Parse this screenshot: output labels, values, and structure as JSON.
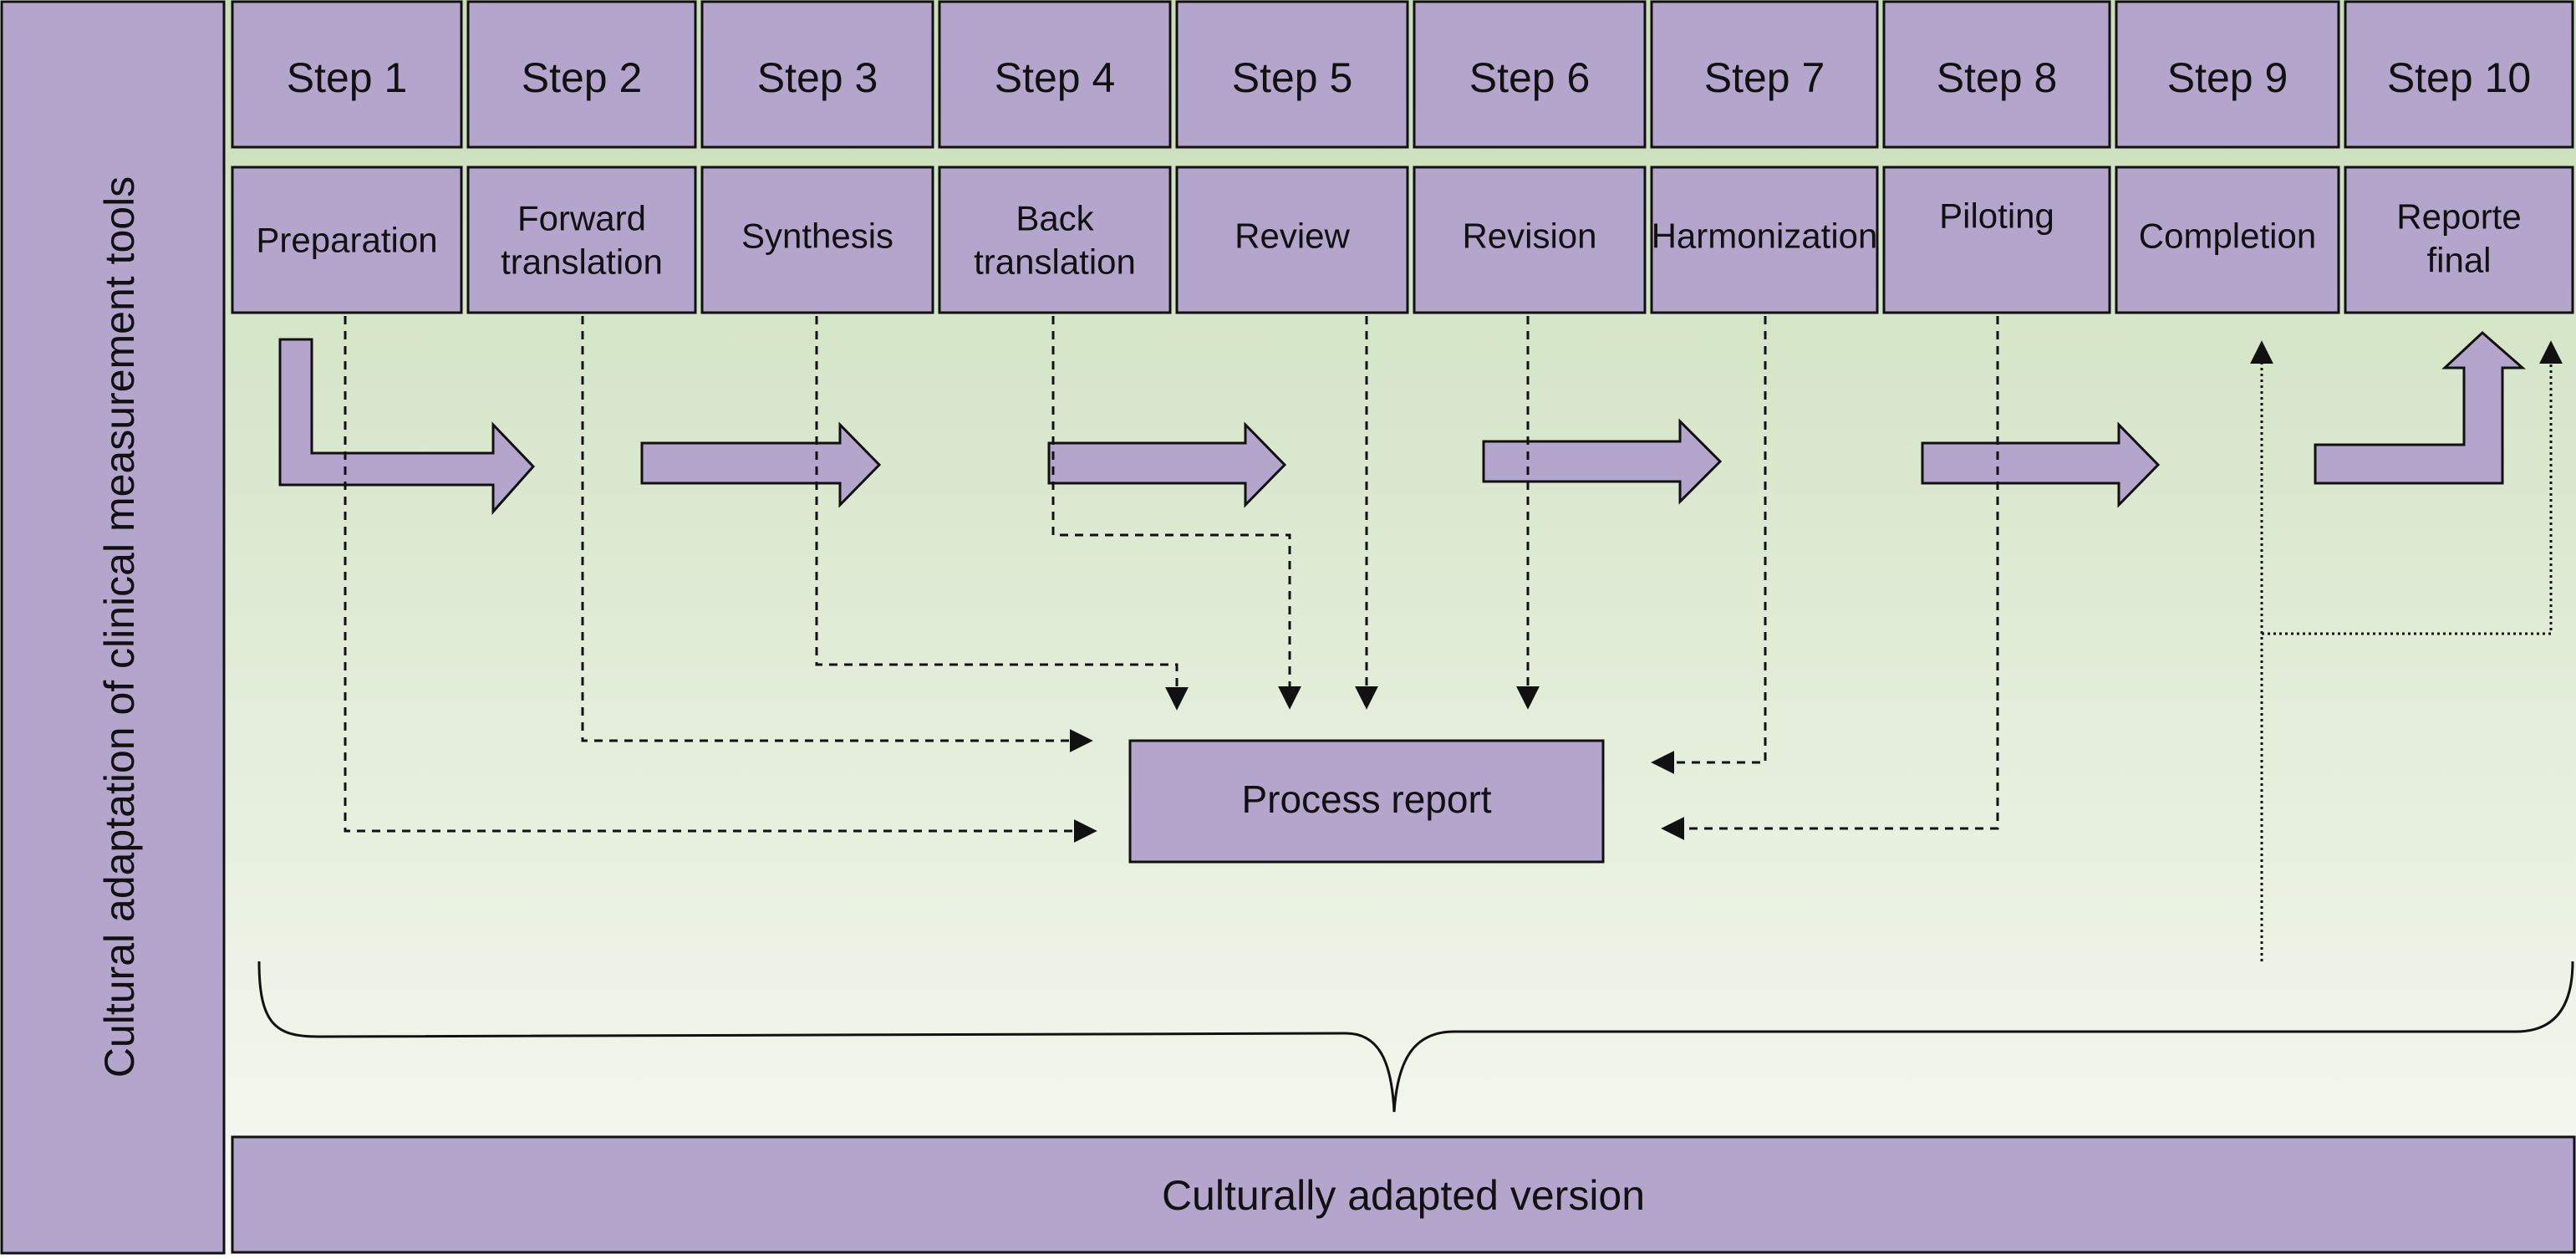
{
  "side_label": "Cultural adaptation of clinical measurement tools",
  "steps": [
    {
      "step": "Step 1",
      "name": [
        "Preparation"
      ]
    },
    {
      "step": "Step 2",
      "name": [
        "Forward",
        "translation"
      ]
    },
    {
      "step": "Step 3",
      "name": [
        "Synthesis"
      ]
    },
    {
      "step": "Step 4",
      "name": [
        "Back",
        "translation"
      ]
    },
    {
      "step": "Step 5",
      "name": [
        "Review"
      ]
    },
    {
      "step": "Step 6",
      "name": [
        "Revision"
      ]
    },
    {
      "step": "Step 7",
      "name": [
        "Harmonization"
      ]
    },
    {
      "step": "Step 8",
      "name": [
        "Piloting"
      ]
    },
    {
      "step": "Step 9",
      "name": [
        "Completion"
      ]
    },
    {
      "step": "Step 10",
      "name": [
        "Reporte",
        "final"
      ]
    }
  ],
  "process_report": "Process report",
  "result": "Culturally adapted version",
  "colors": {
    "box_fill": "#b4a5cd",
    "stroke": "#111111",
    "gradient_top": "#c9deb8",
    "gradient_bottom": "#f7f9f3"
  }
}
